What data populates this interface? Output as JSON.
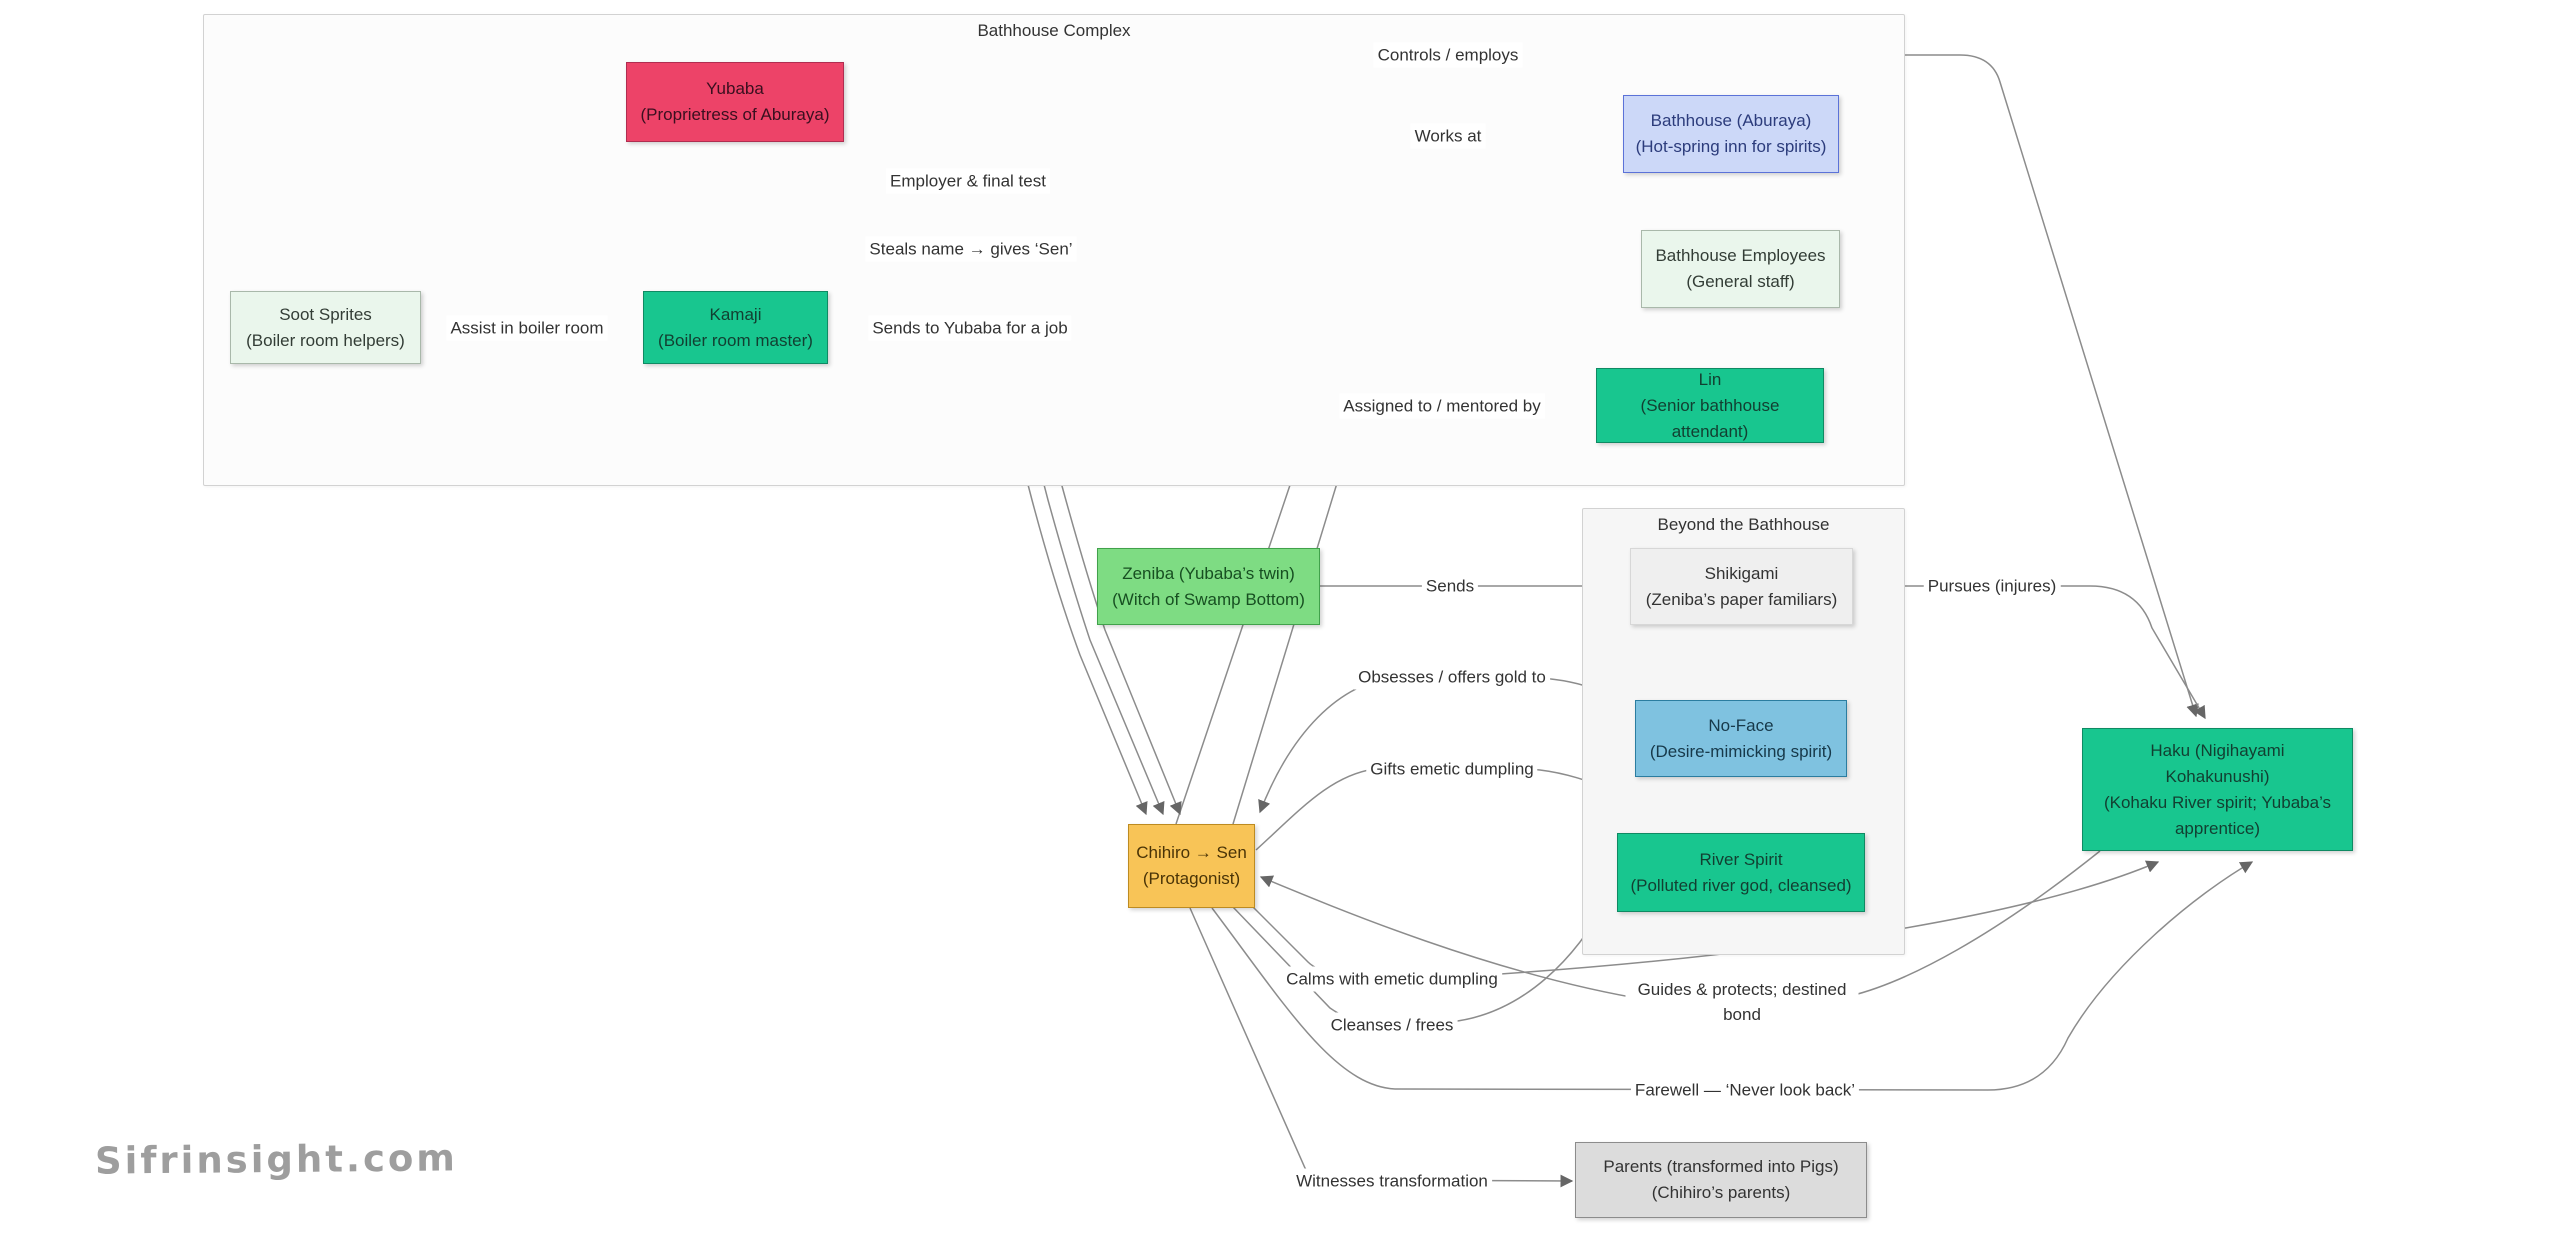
{
  "watermark": "Sifrinsight.com",
  "containers": {
    "complex": {
      "label": "Bathhouse Complex"
    },
    "beyond": {
      "label": "Beyond the Bathhouse"
    }
  },
  "nodes": {
    "yubaba": {
      "title": "Yubaba",
      "subtitle": "(Proprietress of Aburaya)"
    },
    "bathhouse": {
      "title": "Bathhouse (Aburaya)",
      "subtitle": "(Hot-spring inn for spirits)"
    },
    "employees": {
      "title": "Bathhouse Employees",
      "subtitle": "(General staff)"
    },
    "lin": {
      "title": "Lin",
      "subtitle": "(Senior bathhouse attendant)"
    },
    "soot": {
      "title": "Soot Sprites",
      "subtitle": "(Boiler room helpers)"
    },
    "kamaji": {
      "title": "Kamaji",
      "subtitle": "(Boiler room master)"
    },
    "zeniba": {
      "title": "Zeniba (Yubaba’s twin)",
      "subtitle": "(Witch of Swamp Bottom)"
    },
    "shikigami": {
      "title": "Shikigami",
      "subtitle": "(Zeniba’s paper familiars)"
    },
    "noface": {
      "title": "No-Face",
      "subtitle": "(Desire-mimicking spirit)"
    },
    "river": {
      "title": "River Spirit",
      "subtitle": "(Polluted river god, cleansed)"
    },
    "chihiro": {
      "title": "Chihiro → Sen",
      "subtitle": "(Protagonist)"
    },
    "haku": {
      "title": "Haku (Nigihayami Kohakunushi)",
      "subtitle": "(Kohaku River spirit; Yubaba’s apprentice)"
    },
    "parents": {
      "title": "Parents (transformed into Pigs)",
      "subtitle": "(Chihiro’s parents)"
    }
  },
  "edges": {
    "controls": {
      "label": "Controls / employs",
      "from": "yubaba",
      "to": "haku"
    },
    "works_at": {
      "label": "Works at",
      "from": "chihiro",
      "to": "bathhouse"
    },
    "employer": {
      "label": "Employer & final test",
      "from": "yubaba",
      "to": "chihiro"
    },
    "steals": {
      "label": "Steals name → gives ‘Sen’",
      "from": "yubaba",
      "to": "chihiro"
    },
    "sends_job": {
      "label": "Sends to Yubaba for a job",
      "from": "kamaji",
      "to": "chihiro"
    },
    "assist": {
      "label": "Assist in boiler room",
      "from": "soot",
      "to": "kamaji"
    },
    "assigned": {
      "label": "Assigned to / mentored by",
      "from": "chihiro",
      "to": "lin"
    },
    "sends": {
      "label": "Sends",
      "from": "zeniba",
      "to": "shikigami"
    },
    "pursues": {
      "label": "Pursues (injures)",
      "from": "shikigami",
      "to": "haku"
    },
    "obsesses": {
      "label": "Obsesses / offers gold to",
      "from": "noface",
      "to": "chihiro"
    },
    "gifts": {
      "label": "Gifts emetic dumpling",
      "from": "chihiro",
      "to": "noface"
    },
    "calms": {
      "label": "Calms with emetic dumpling",
      "from": "chihiro",
      "to": "haku"
    },
    "cleanses": {
      "label": "Cleanses / frees",
      "from": "chihiro",
      "to": "river"
    },
    "guides": {
      "label": "Guides & protects; destined bond",
      "from": "haku",
      "to": "chihiro"
    },
    "farewell": {
      "label": "Farewell — ‘Never look back’",
      "from": "chihiro",
      "to": "haku"
    },
    "witnesses": {
      "label": "Witnesses transformation",
      "from": "chihiro",
      "to": "parents"
    }
  },
  "colors": {
    "node_teal": "#18c68f",
    "node_pink": "#ed4368",
    "node_blue": "#ccd8f8",
    "node_light_green": "#eaf6ec",
    "node_green": "#7edc83",
    "node_sky_blue": "#7fc2e0",
    "node_amber": "#f8c457",
    "node_light_gray": "#efefef",
    "node_gray": "#dcdcdc",
    "edge_stroke": "#8c8c8c",
    "arrow_fill": "#666666",
    "label_text": "#333333",
    "background": "#ffffff"
  }
}
